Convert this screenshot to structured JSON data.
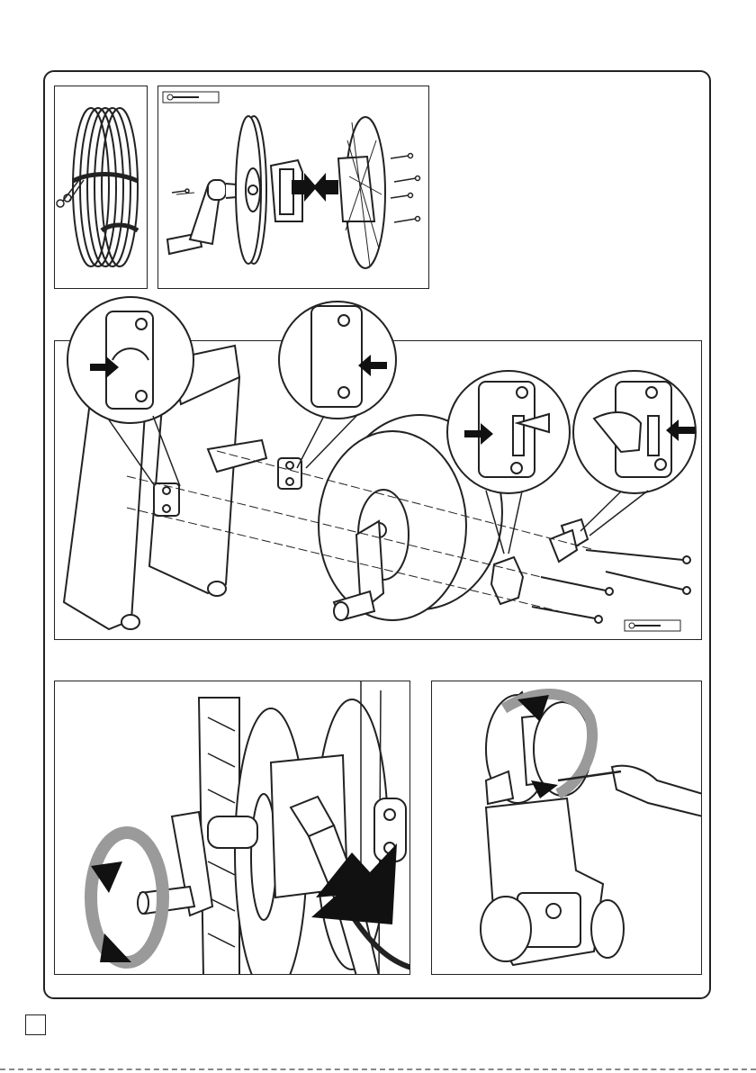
{
  "page": {
    "doc_type": "hose-reel assembly instructions",
    "figures": [
      {
        "id": "unpack-hose",
        "icon": "scissors-icon"
      },
      {
        "id": "assemble-reel-drum",
        "icon": "screw-icon"
      },
      {
        "id": "mount-reel-brackets",
        "icon": "screw-icon"
      },
      {
        "id": "connect-hose-and-wind",
        "icon": "rotate-arrow-icon"
      },
      {
        "id": "wind-hose-on-machine",
        "icon": "rotate-arrow-icon"
      }
    ],
    "colors": {
      "line": "#222222",
      "arrow": "#111111",
      "band": "#9a9a9a",
      "background": "#ffffff"
    }
  }
}
